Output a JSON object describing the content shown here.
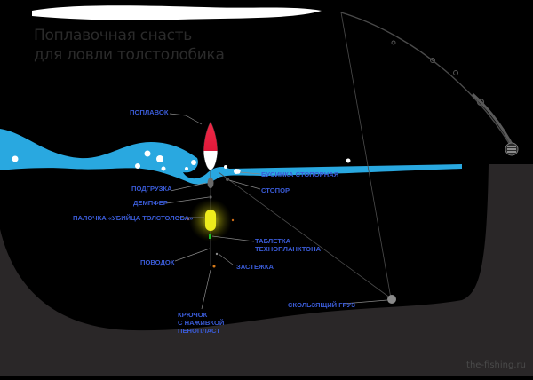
{
  "title": {
    "line1": "Поплавочная снасть",
    "line2": "для ловли толстолобика"
  },
  "labels": {
    "float": "ПОПЛАВОК",
    "bead_stopper": "БУСИНКА СТОПОРНАЯ",
    "stopper": "СТОПОР",
    "weight": "ПОДГРУЗКА",
    "damper": "ДЕМПФЕР",
    "silver_carp_killer": "ПАЛОЧКА «УБИЙЦА ТОЛСТОЛОБА»",
    "plankton_tablet": "ТАБЛЕТКА\nТЕХНОПЛАНКТОНА",
    "leader": "ПОВОДОК",
    "clasp": "ЗАСТЕЖКА",
    "hook": "КРЮЧОК\nС НАЖИВКОЙ\nПЕНОПЛАСТ",
    "sliding_sinker": "СКОЛЬЗЯЩИЙ ГРУЗ"
  },
  "watermark": "the-fishing.ru",
  "colors": {
    "water": "#29a8e0",
    "bottom": "#2a2728",
    "label": "#3a5bd6",
    "float_top": "#e0193a",
    "bait": "#e8e400"
  }
}
